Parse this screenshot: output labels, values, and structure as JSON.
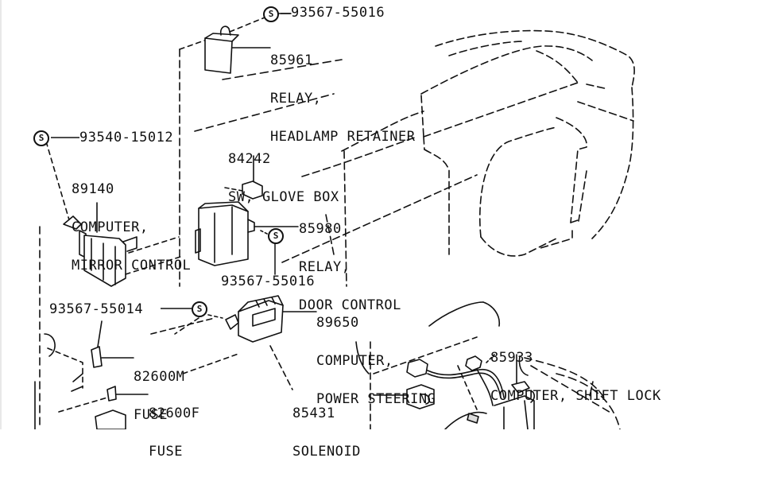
{
  "diagram": {
    "title": "",
    "callouts": [
      {
        "id": "c1",
        "part_no": "93567-55016",
        "marker": "S"
      },
      {
        "id": "c2",
        "part_no": "85961",
        "name_lines": [
          "RELAY,",
          "HEADLAMP RETAINER"
        ]
      },
      {
        "id": "c3",
        "part_no": "93540-15012",
        "marker": "S"
      },
      {
        "id": "c4",
        "part_no": "89140",
        "name_lines": [
          "COMPUTER,",
          "MIRROR CONTROL"
        ]
      },
      {
        "id": "c5",
        "part_no": "84242",
        "name_lines": [
          "SW, GLOVE BOX"
        ]
      },
      {
        "id": "c6",
        "part_no": "85980",
        "name_lines": [
          "RELAY,",
          "DOOR CONTROL"
        ]
      },
      {
        "id": "c7",
        "part_no": "93567-55016",
        "marker": "S"
      },
      {
        "id": "c8",
        "part_no": "93567-55014",
        "marker": "S"
      },
      {
        "id": "c9",
        "part_no": "89650",
        "name_lines": [
          "COMPUTER,",
          "POWER STEERING"
        ]
      },
      {
        "id": "c10",
        "part_no": "82600M",
        "name_lines": [
          "FUSE"
        ]
      },
      {
        "id": "c11",
        "part_no": "82600F",
        "name_lines": [
          "FUSE"
        ]
      },
      {
        "id": "c12",
        "part_no": "85431",
        "name_lines": [
          "SOLENOID"
        ]
      },
      {
        "id": "c13",
        "part_no": "85933",
        "name_lines": [
          "COMPUTER, SHIFT LOCK"
        ]
      }
    ]
  }
}
